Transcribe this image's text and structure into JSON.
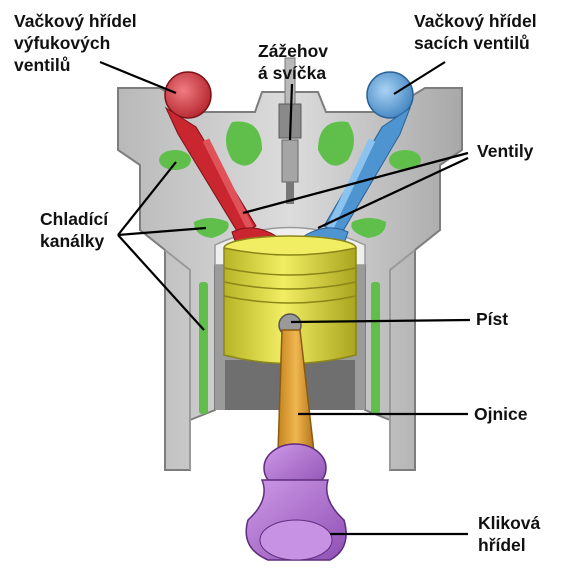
{
  "labels": {
    "exhaust_camshaft": [
      "Vačkový hřídel",
      "výfukových",
      "ventilů"
    ],
    "spark_plug": [
      "Zážehov",
      "á svíčka"
    ],
    "intake_camshaft": [
      "Vačkový hřídel",
      "sacích ventilů"
    ],
    "valves": [
      "Ventily"
    ],
    "cooling_channels": [
      "Chladící",
      "kanálky"
    ],
    "piston": [
      "Píst"
    ],
    "connecting_rod": [
      "Ojnice"
    ],
    "crankshaft": [
      "Kliková",
      "hřídel"
    ]
  },
  "colors": {
    "block": "#c9c9c9",
    "block_dark": "#8e8e8e",
    "coolant": "#5fbf4a",
    "exhaust_part": "#d8343c",
    "intake_part": "#5aa3dc",
    "piston": "#e2e046",
    "rod": "#e0a130",
    "crank": "#b77ad6",
    "leader_line": "#000000"
  },
  "icons": {
    "engine": "engine-cross-section"
  }
}
